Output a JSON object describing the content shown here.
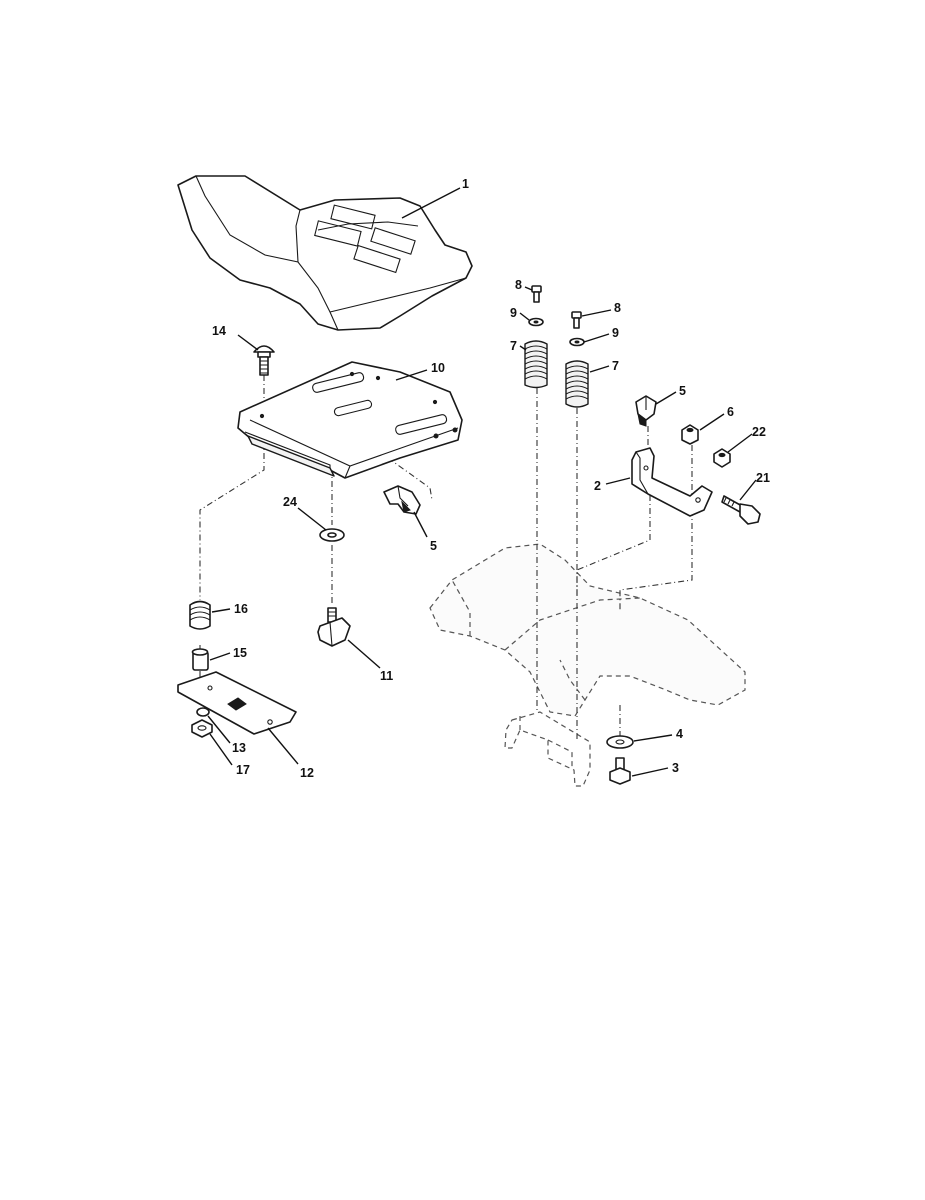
{
  "callouts": {
    "c1": "1",
    "c2": "2",
    "c3": "3",
    "c4": "4",
    "c5a": "5",
    "c5b": "5",
    "c6": "6",
    "c7a": "7",
    "c7b": "7",
    "c8a": "8",
    "c8b": "8",
    "c9a": "9",
    "c9b": "9",
    "c10": "10",
    "c11": "11",
    "c12": "12",
    "c13": "13",
    "c14": "14",
    "c15": "15",
    "c16": "16",
    "c17": "17",
    "c21": "21",
    "c22": "22",
    "c24": "24"
  }
}
